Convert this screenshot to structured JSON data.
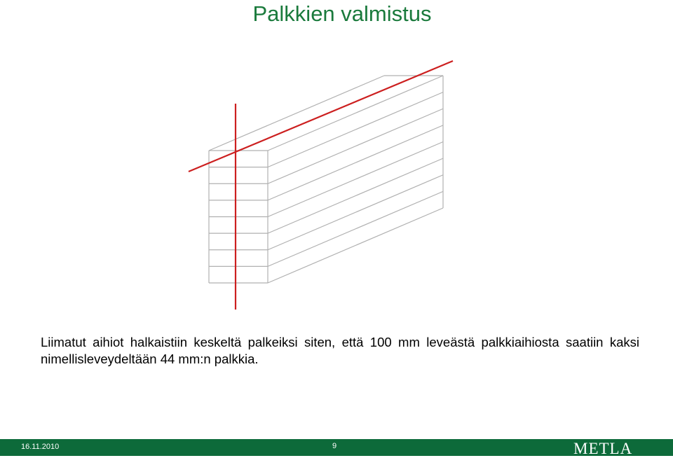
{
  "slide": {
    "title": "Palkkien valmistus",
    "body": "Liimatut aihiot halkaistiin keskeltä palkeiksi siten, että 100 mm leveästä palkkiaihiosta saatiin kaksi nimellisleveydeltään 44 mm:n palkkia."
  },
  "figure": {
    "layer_count": 8,
    "line_color": "#b0b0b0",
    "cut_color": "#cc1f1f"
  },
  "footer": {
    "date": "16.11.2010",
    "page": "9",
    "logo": "METLA",
    "background": "#0d6a3a"
  }
}
